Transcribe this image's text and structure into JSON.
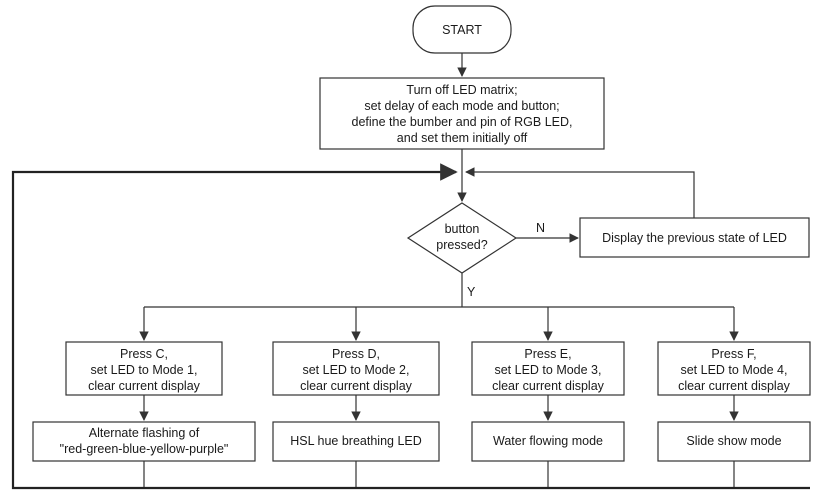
{
  "diagram": {
    "start": "START",
    "init": {
      "lines": [
        "Turn off LED matrix;",
        "set delay of each mode and button;",
        "define the bumber and pin of RGB LED,",
        "and set them initially off"
      ]
    },
    "decision": {
      "lines": [
        "button",
        "pressed?"
      ],
      "no_label": "N",
      "yes_label": "Y"
    },
    "previous_state": "Display the previous state of LED",
    "modes": [
      {
        "press": [
          "Press C,",
          "set LED to Mode 1,",
          "clear current display"
        ],
        "result": [
          "Alternate flashing of",
          "\"red-green-blue-yellow-purple\""
        ]
      },
      {
        "press": [
          "Press D,",
          "set LED to Mode 2,",
          "clear current display"
        ],
        "result": [
          "HSL hue breathing LED"
        ]
      },
      {
        "press": [
          "Press E,",
          "set LED to Mode 3,",
          "clear current display"
        ],
        "result": [
          "Water flowing mode"
        ]
      },
      {
        "press": [
          "Press F,",
          "set LED to Mode 4,",
          "clear current display"
        ],
        "result": [
          "Slide show mode"
        ]
      }
    ]
  }
}
